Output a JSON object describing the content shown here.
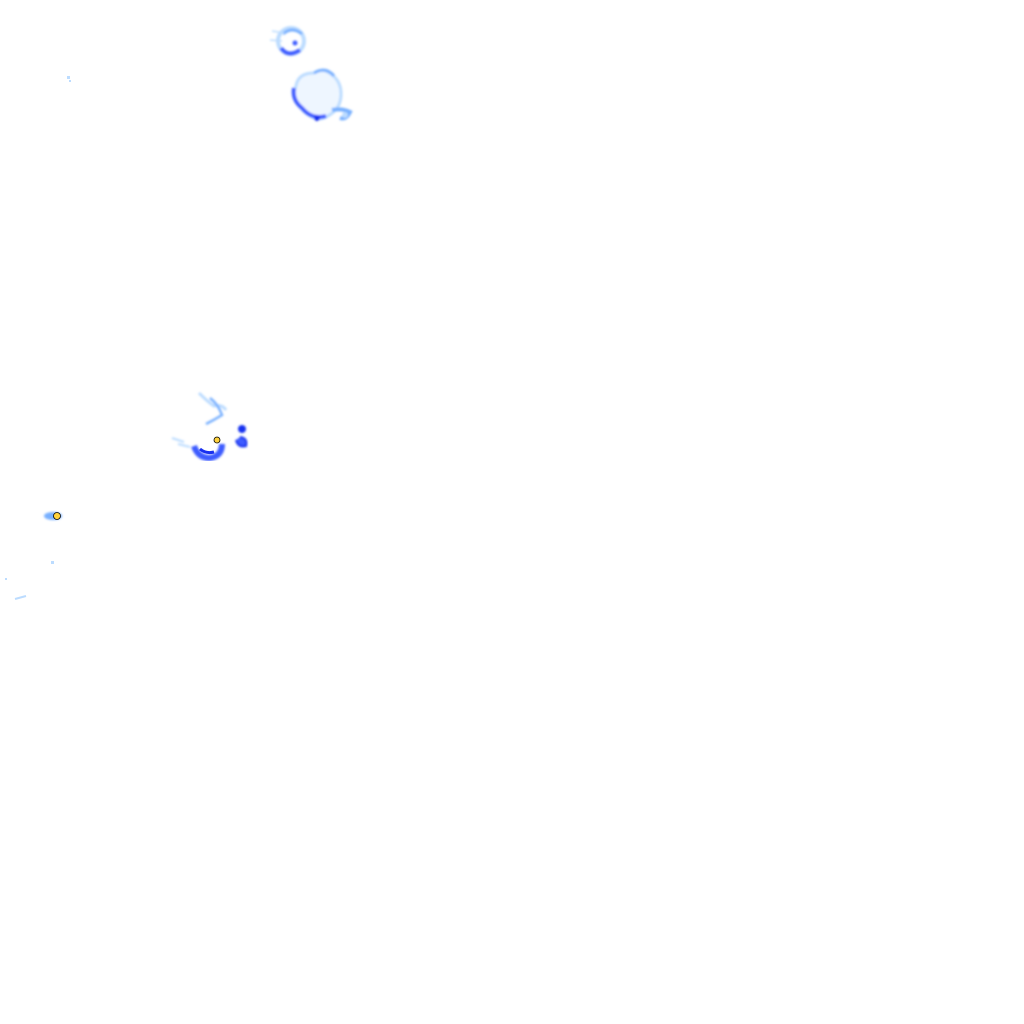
{
  "radar_overlay": {
    "palette": {
      "light": "#bcdcff",
      "medium": "#78b0ff",
      "heavy": "#3c5cff",
      "intense": "#1830f0",
      "core": "#ffd23c"
    },
    "echoes": [
      {
        "name": "echo-ring-north",
        "intensity": "heavy"
      },
      {
        "name": "echo-heart-north",
        "intensity": "heavy"
      },
      {
        "name": "echo-cluster-central",
        "intensity": "intense"
      },
      {
        "name": "echo-cluster-central-east",
        "intensity": "intense"
      },
      {
        "name": "echo-streak-central",
        "intensity": "light"
      },
      {
        "name": "echo-cell-west",
        "intensity": "core"
      },
      {
        "name": "echo-speckles-southwest",
        "intensity": "light"
      },
      {
        "name": "echo-speck-northwest",
        "intensity": "light"
      }
    ]
  }
}
